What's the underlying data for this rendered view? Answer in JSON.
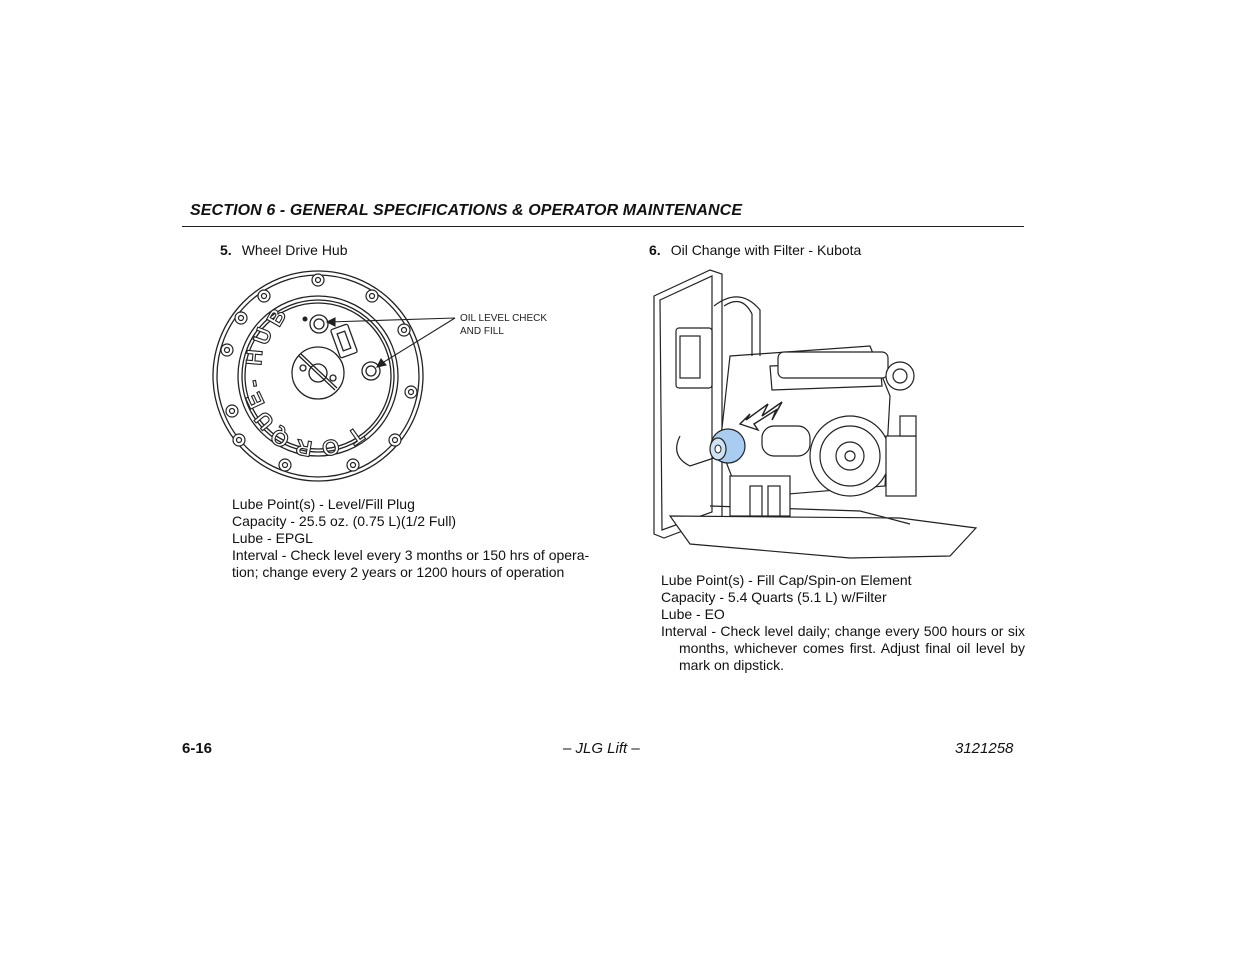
{
  "header": {
    "section_title": "SECTION 6 - GENERAL SPECIFICATIONS & OPERATOR MAINTENANCE"
  },
  "item5": {
    "number": "5.",
    "title": "Wheel Drive Hub",
    "figure": {
      "hub_label_top": "TORQUE-HUB",
      "callout_line1": "OIL LEVEL CHECK",
      "callout_line2": "AND FILL"
    },
    "specs": {
      "lube_point": "Lube Point(s) - Level/Fill Plug",
      "capacity": "Capacity - 25.5 oz. (0.75 L)(1/2 Full)",
      "lube": "Lube - EPGL",
      "interval_line1": "Interval - Check level every 3 months or 150 hrs of opera-",
      "interval_line2": "tion; change every 2 years or 1200 hours of operation"
    }
  },
  "item6": {
    "number": "6.",
    "title": "Oil Change with Filter - Kubota",
    "specs": {
      "lube_point": "Lube Point(s) - Fill Cap/Spin-on Element",
      "capacity": "Capacity - 5.4 Quarts (5.1 L) w/Filter",
      "lube": "Lube - EO",
      "interval": "Interval - Check level daily; change every 500 hours or six months, whichever comes first. Adjust final oil level by mark on dipstick."
    },
    "filter_highlight_color": "#a9cdf0"
  },
  "footer": {
    "page_number": "6-16",
    "center": "– JLG Lift –",
    "doc_number": "3121258"
  }
}
